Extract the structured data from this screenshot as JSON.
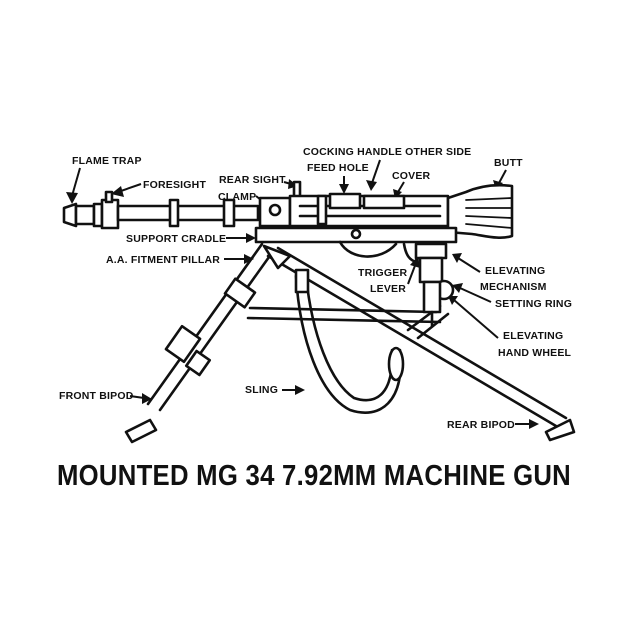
{
  "title": "MOUNTED MG 34  7.92MM MACHINE GUN",
  "labels": {
    "flame_trap": "FLAME TRAP",
    "foresight": "FORESIGHT",
    "rear_sight": "REAR SIGHT",
    "clamp": "CLAMP",
    "cocking_handle": "COCKING HANDLE OTHER SIDE",
    "feed_hole": "FEED HOLE",
    "cover": "COVER",
    "butt": "BUTT",
    "support_cradle": "SUPPORT CRADLE",
    "aa_pillar": "A.A. FITMENT PILLAR",
    "trigger_1": "TRIGGER",
    "trigger_2": "LEVER",
    "elevating_1": "ELEVATING",
    "elevating_2": "MECHANISM",
    "setting_ring": "SETTING RING",
    "hand_wheel_1": "ELEVATING",
    "hand_wheel_2": "HAND WHEEL",
    "front_bipod": "FRONT BIPOD",
    "sling": "SLING",
    "rear_bipod": "REAR BIPOD"
  }
}
